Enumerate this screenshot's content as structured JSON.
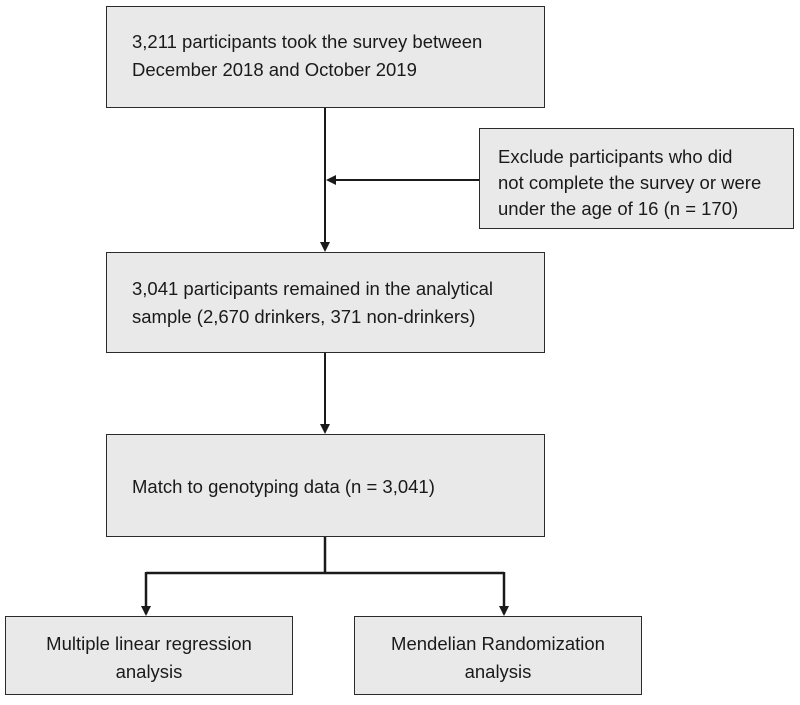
{
  "flowchart": {
    "survey_box": "3,211 participants took the survey between\nDecember 2018 and October 2019",
    "exclusion_box": "Exclude participants who did\nnot complete the survey or were\nunder the age of 16 (n = 170)",
    "analytical_sample_box": "3,041 participants remained in the analytical\nsample (2,670 drinkers, 371 non-drinkers)",
    "genotyping_box": "Match to genotyping data (n = 3,041)",
    "regression_box": "Multiple linear regression\nanalysis",
    "mendelian_box": "Mendelian Randomization\nanalysis"
  },
  "colors": {
    "box_fill": "#e9e9e9",
    "box_border": "#2b2b2b",
    "arrow": "#1a1a1a"
  }
}
